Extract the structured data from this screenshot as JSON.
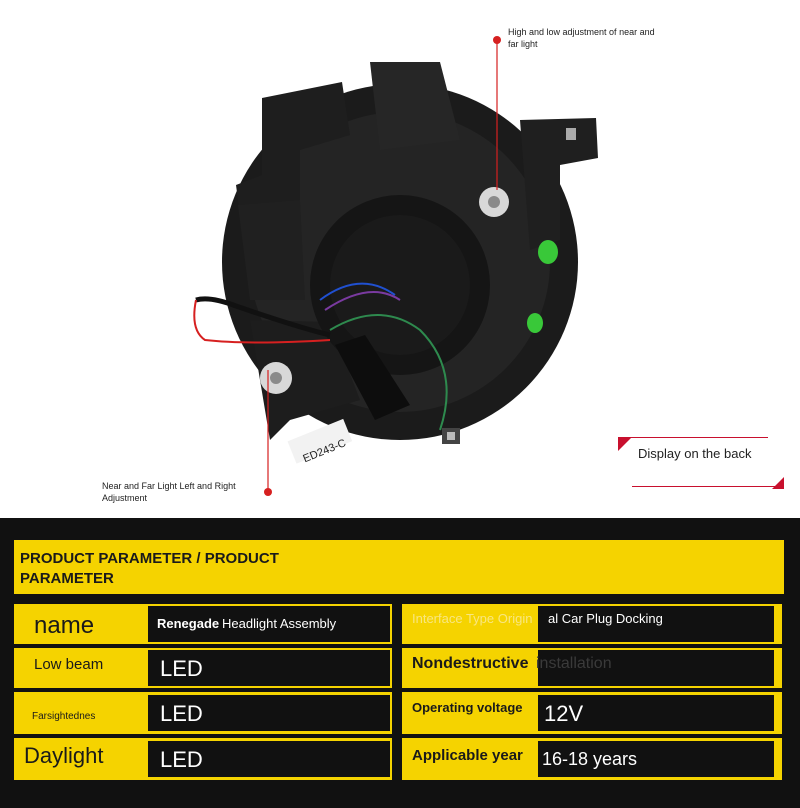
{
  "callouts": {
    "top": "High and low adjustment of near and far light",
    "bottom": "Near and Far Light Left and Right Adjustment",
    "back": "Display on the back"
  },
  "product_label": "ED243-C",
  "panel": {
    "title": "PRODUCT PARAMETER / PRODUCT PARAMETER",
    "left_rows": [
      {
        "label": "name",
        "value_brand": "Renegade",
        "value_rest": "Headlight Assembly"
      },
      {
        "label": "Low beam",
        "value": "LED"
      },
      {
        "label": "Farsightednes",
        "value": "LED"
      },
      {
        "label": "Daylight",
        "value": "LED"
      }
    ],
    "right_rows": [
      {
        "label_faded": "Interface Type Origin",
        "label_rest": "al Car Plug Docking"
      },
      {
        "label": "Nondestructive",
        "label_rest": "installation"
      },
      {
        "label": "Operating voltage",
        "value": "12V"
      },
      {
        "label": "Applicable year",
        "value": "16-18 years"
      }
    ]
  },
  "colors": {
    "accent_yellow": "#f5d300",
    "dark": "#111111",
    "red": "#c8102e"
  }
}
